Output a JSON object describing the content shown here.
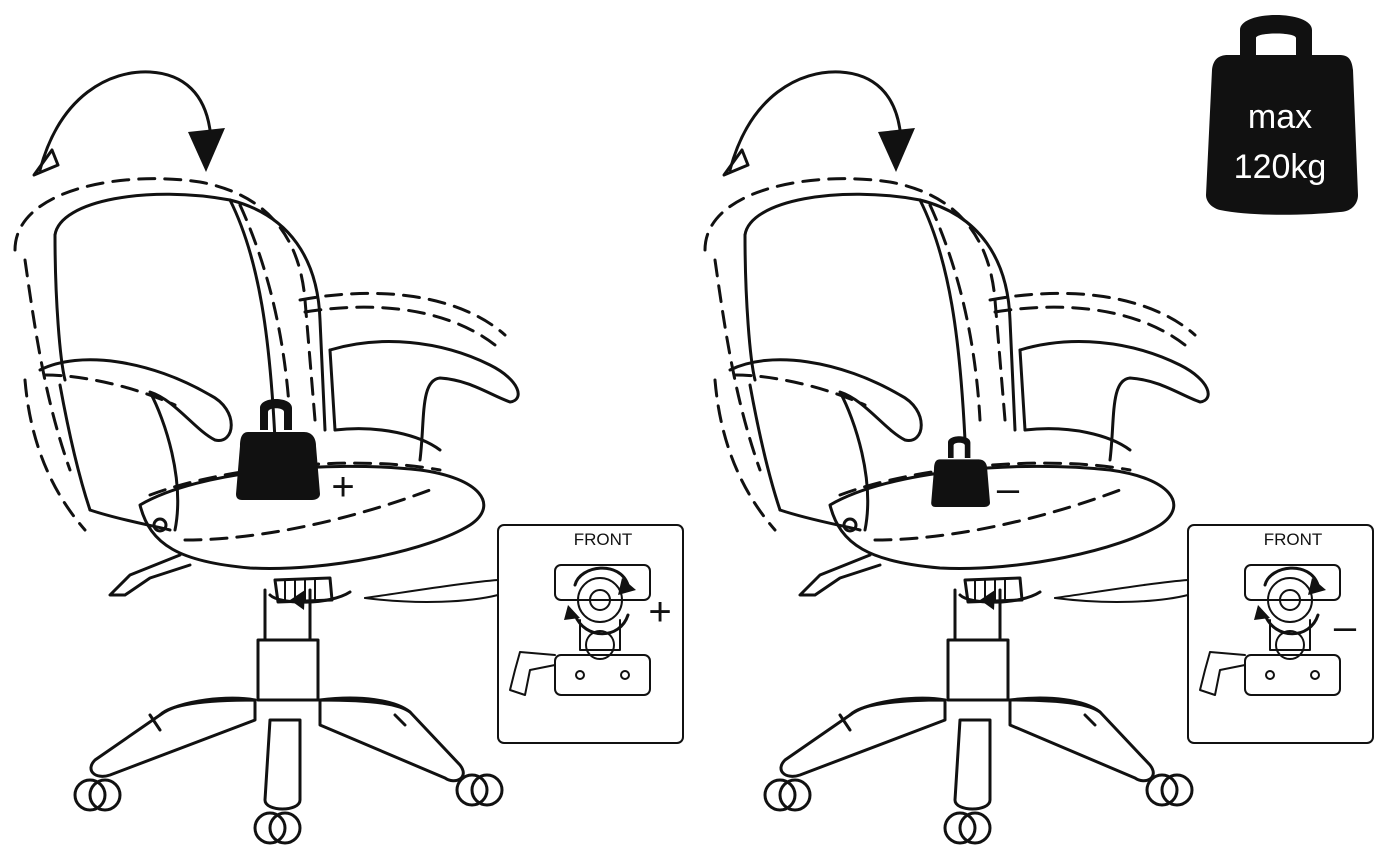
{
  "badge": {
    "line1": "max",
    "line2": "120kg"
  },
  "panels": [
    {
      "sign": "+",
      "inset_title": "FRONT",
      "inset_sign": "+"
    },
    {
      "sign": "–",
      "inset_title": "FRONT",
      "inset_sign": "–"
    }
  ],
  "colors": {
    "ink": "#111111",
    "background": "#ffffff"
  }
}
